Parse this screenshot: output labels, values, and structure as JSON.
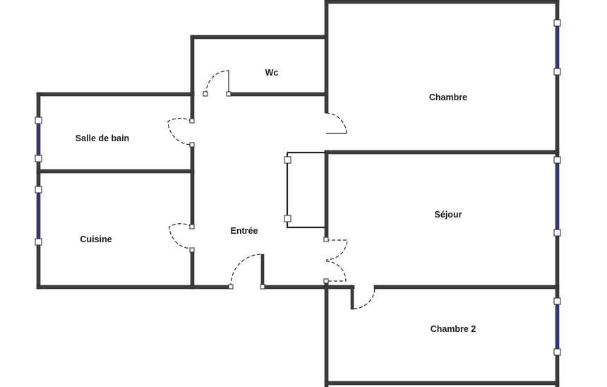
{
  "rooms": {
    "wc": "Wc",
    "chambre": "Chambre",
    "salle_de_bain": "Salle de bain",
    "sejour": "Séjour",
    "entree": "Entrée",
    "cuisine": "Cuisine",
    "chambre_2": "Chambre 2"
  },
  "colors": {
    "wall": "#3c3c3c",
    "window": "#2a35b8",
    "background": "#ffffff"
  }
}
